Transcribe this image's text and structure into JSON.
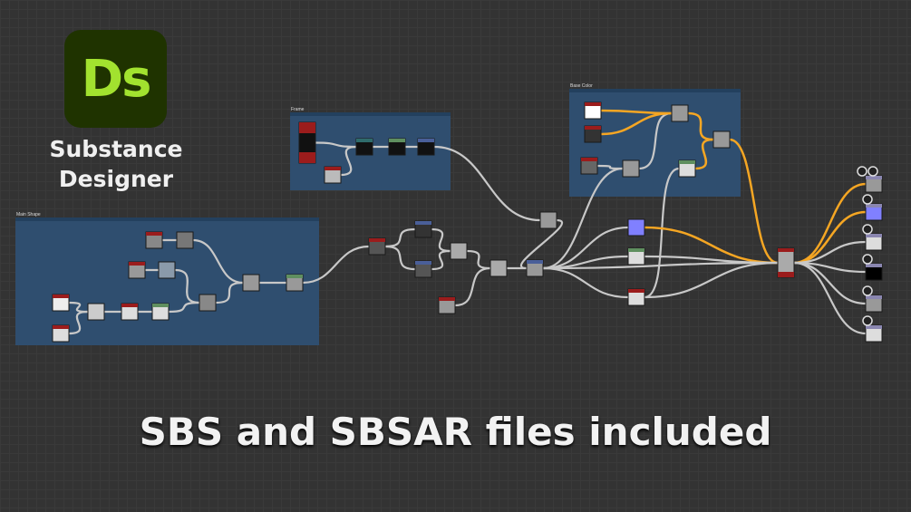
{
  "logo": {
    "text": "Ds"
  },
  "app_name": {
    "line1": "Substance",
    "line2": "Designer"
  },
  "caption": "SBS and SBSAR files included",
  "frames": [
    {
      "label": "Frame"
    },
    {
      "label": "Main Shape"
    },
    {
      "label": "Base Color"
    }
  ],
  "colors": {
    "frame_fill": "#2f4e6f",
    "frame_header": "#23405e",
    "wire": "#c8c8c8",
    "wire_color": "#f5a623",
    "header_red": "#9b1c1c",
    "header_green": "#5f8f5f",
    "header_blue": "#4a5f99",
    "header_teal": "#2f6b6b",
    "header_lilac": "#8a86b0"
  }
}
